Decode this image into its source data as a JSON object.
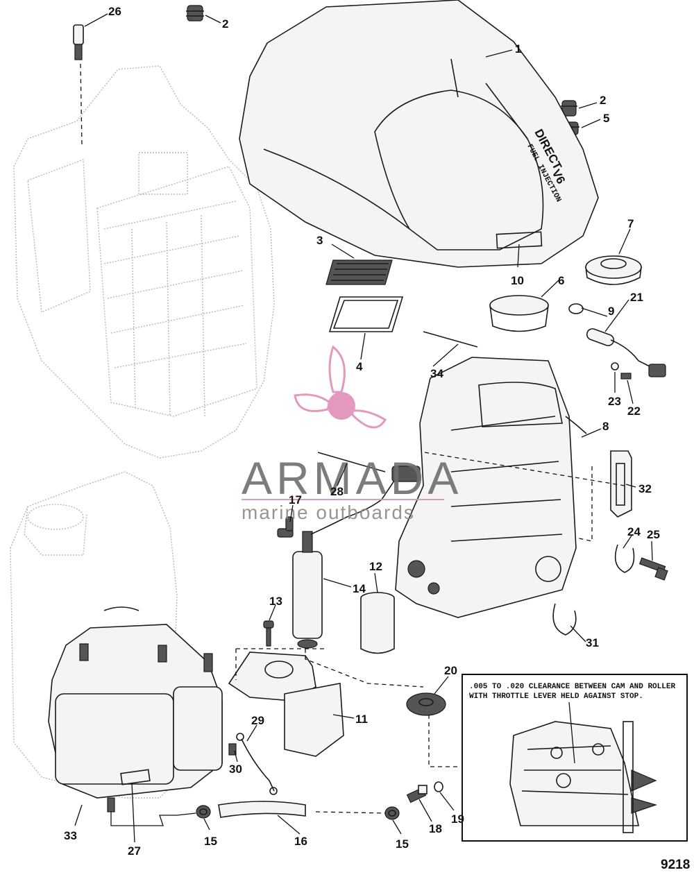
{
  "diagram": {
    "figure_number": "9218",
    "cover_text": "DIRECT",
    "cover_subtext": "FUEL INJECTION",
    "cover_model": "V6",
    "inset_note_line1": ".005 TO .020 CLEARANCE BETWEEN CAM AND ROLLER",
    "inset_note_line2": "WITH THROTTLE LEVER HELD AGAINST STOP.",
    "callouts": [
      "26",
      "2",
      "1",
      "2",
      "5",
      "3",
      "10",
      "7",
      "6",
      "9",
      "21",
      "4",
      "34",
      "23",
      "22",
      "8",
      "32",
      "28",
      "17",
      "24",
      "25",
      "12",
      "14",
      "13",
      "31",
      "20",
      "11",
      "29",
      "30",
      "33",
      "27",
      "15",
      "16",
      "15",
      "18",
      "19"
    ]
  },
  "watermark": {
    "brand": "ARMADA",
    "tagline": "marine outboards",
    "brand_color": "#e08fb7"
  }
}
